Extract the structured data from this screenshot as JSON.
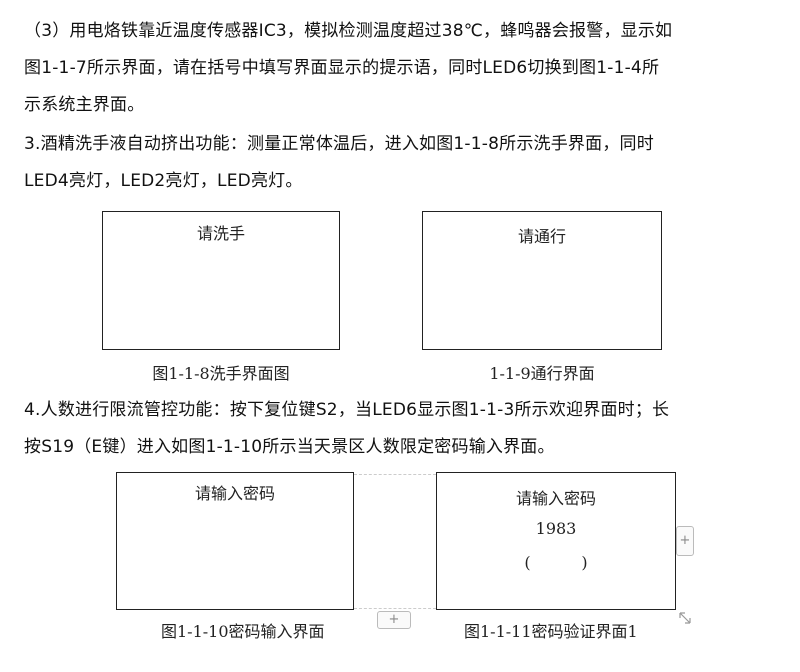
{
  "paragraphs": {
    "p1_l1": "（3）用电烙铁靠近温度传感器IC3，模拟检测温度超过38℃，蜂鸣器会报警，显示如",
    "p1_l2": "图1-1-7所示界面，请在括号中填写界面显示的提示语，同时LED6切换到图1-1-4所",
    "p1_l3": "示系统主界面。",
    "p2_l1": "3.酒精洗手液自动挤出功能：测量正常体温后，进入如图1-1-8所示洗手界面，同时",
    "p2_l2": "LED4亮灯，LED2亮灯，LED亮灯。",
    "p3_l1": "4.人数进行限流管控功能：按下复位键S2，当LED6显示图1-1-3所示欢迎界面时；长",
    "p3_l2": "按S19（E键）进入如图1-1-10所示当天景区人数限定密码输入界面。"
  },
  "figures": {
    "wash": {
      "text": "请洗手",
      "caption": "图1-1-8洗手界面图"
    },
    "pass": {
      "text": "请通行",
      "caption": "1-1-9通行界面"
    },
    "pwd_input": {
      "text": "请输入密码",
      "caption": "图1-1-10密码输入界面"
    },
    "pwd_verify": {
      "text": "请输入密码",
      "value": "1983",
      "paren": "(          )",
      "caption": "图1-1-11密码验证界面1"
    }
  },
  "controls": {
    "add_symbol": "+",
    "resize_symbol": "↖↘"
  }
}
